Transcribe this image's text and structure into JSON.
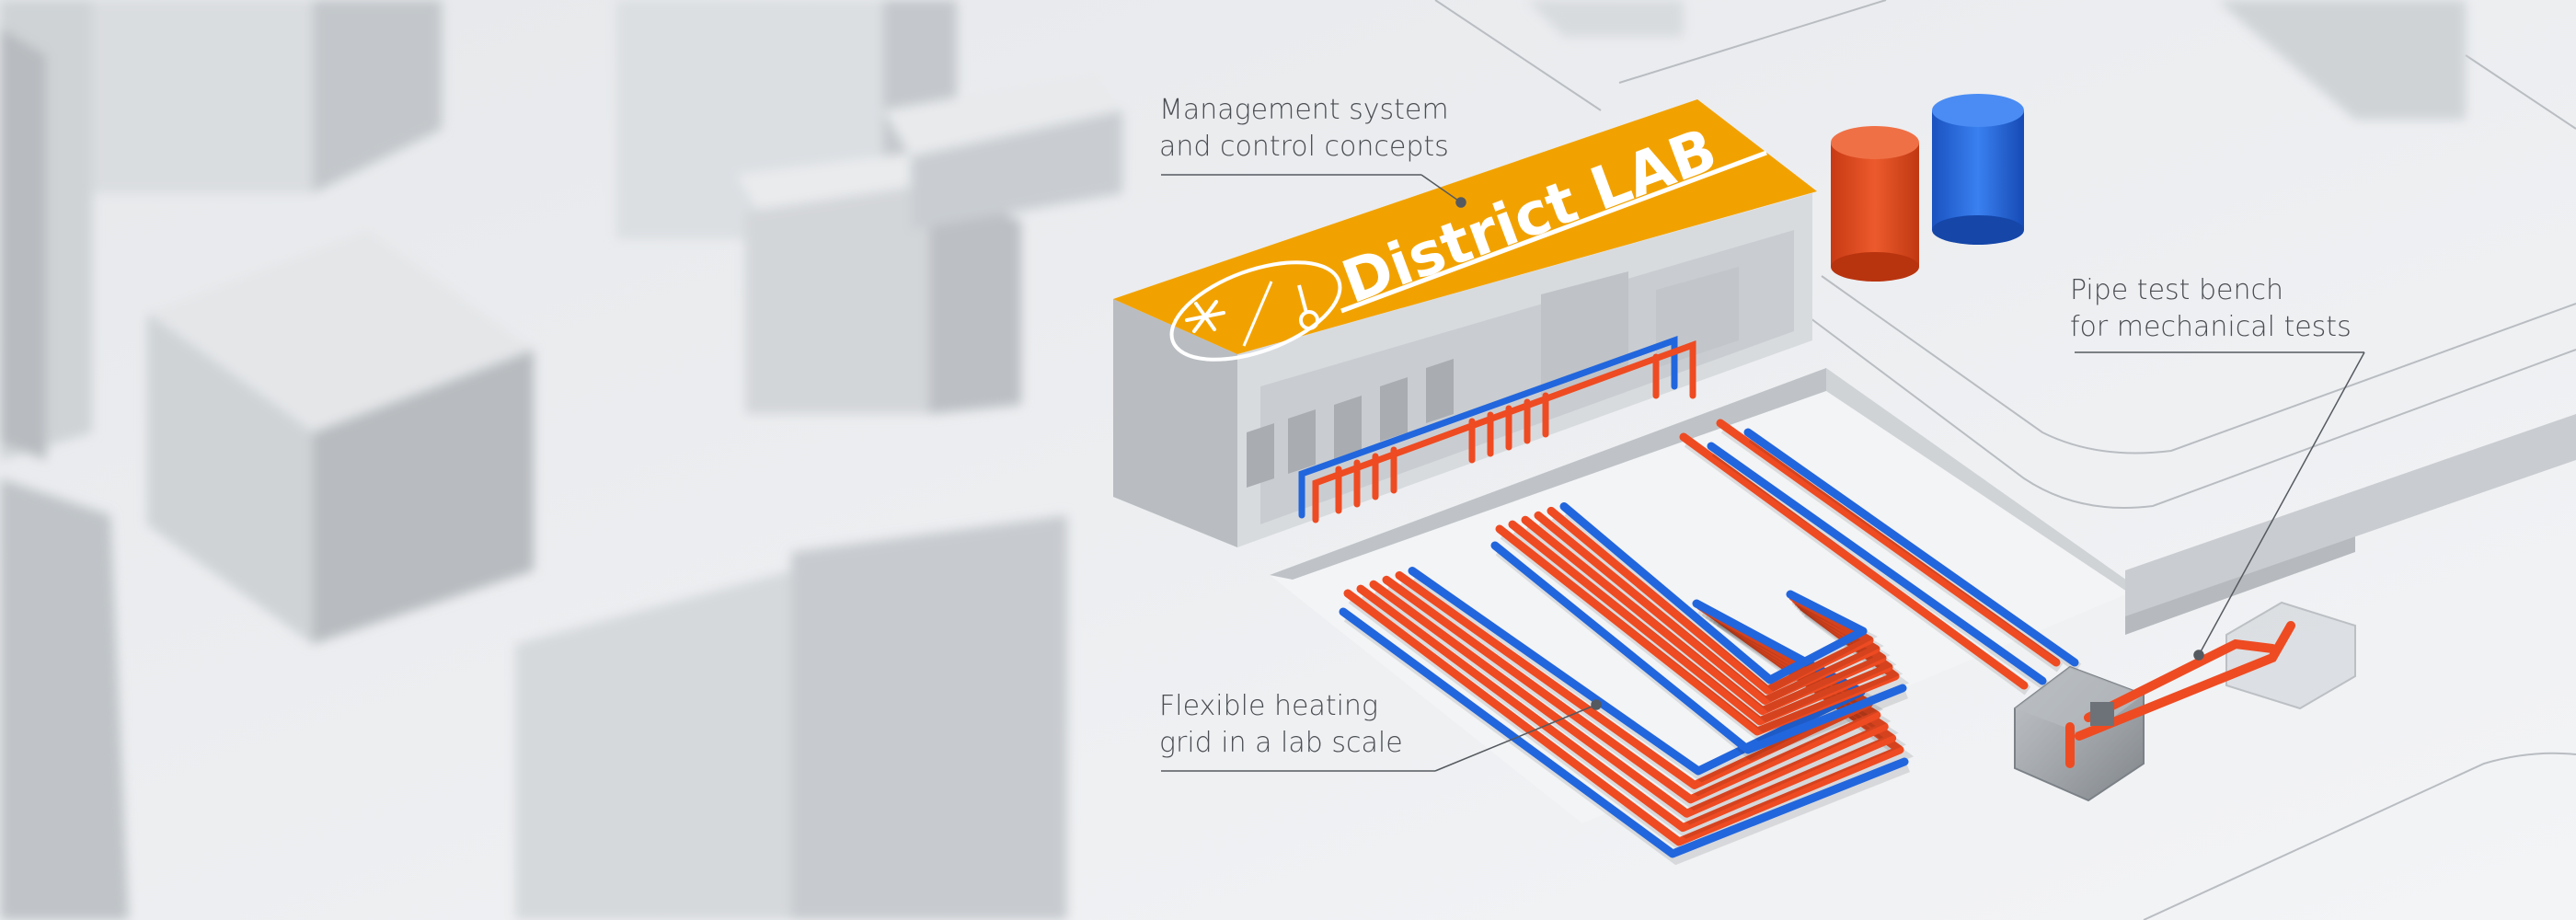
{
  "sign": {
    "title": "District LAB",
    "left_icon": "snowflake-icon",
    "right_icon": "thermometer-icon"
  },
  "callouts": {
    "management": {
      "line1": "Management system",
      "line2": "and control concepts"
    },
    "pipe_bench": {
      "line1": "Pipe test bench",
      "line2": "for mechanical tests"
    },
    "heating_grid": {
      "line1": "Flexible heating",
      "line2": "grid in a lab scale"
    }
  },
  "colors": {
    "sign_orange": "#f2a200",
    "pipe_red": "#ee4b22",
    "pipe_blue": "#2266dd",
    "tank_red": "#e34a1f",
    "tank_blue": "#1f66e0",
    "ground": "#eceef0",
    "label_text": "#4a4d52"
  }
}
